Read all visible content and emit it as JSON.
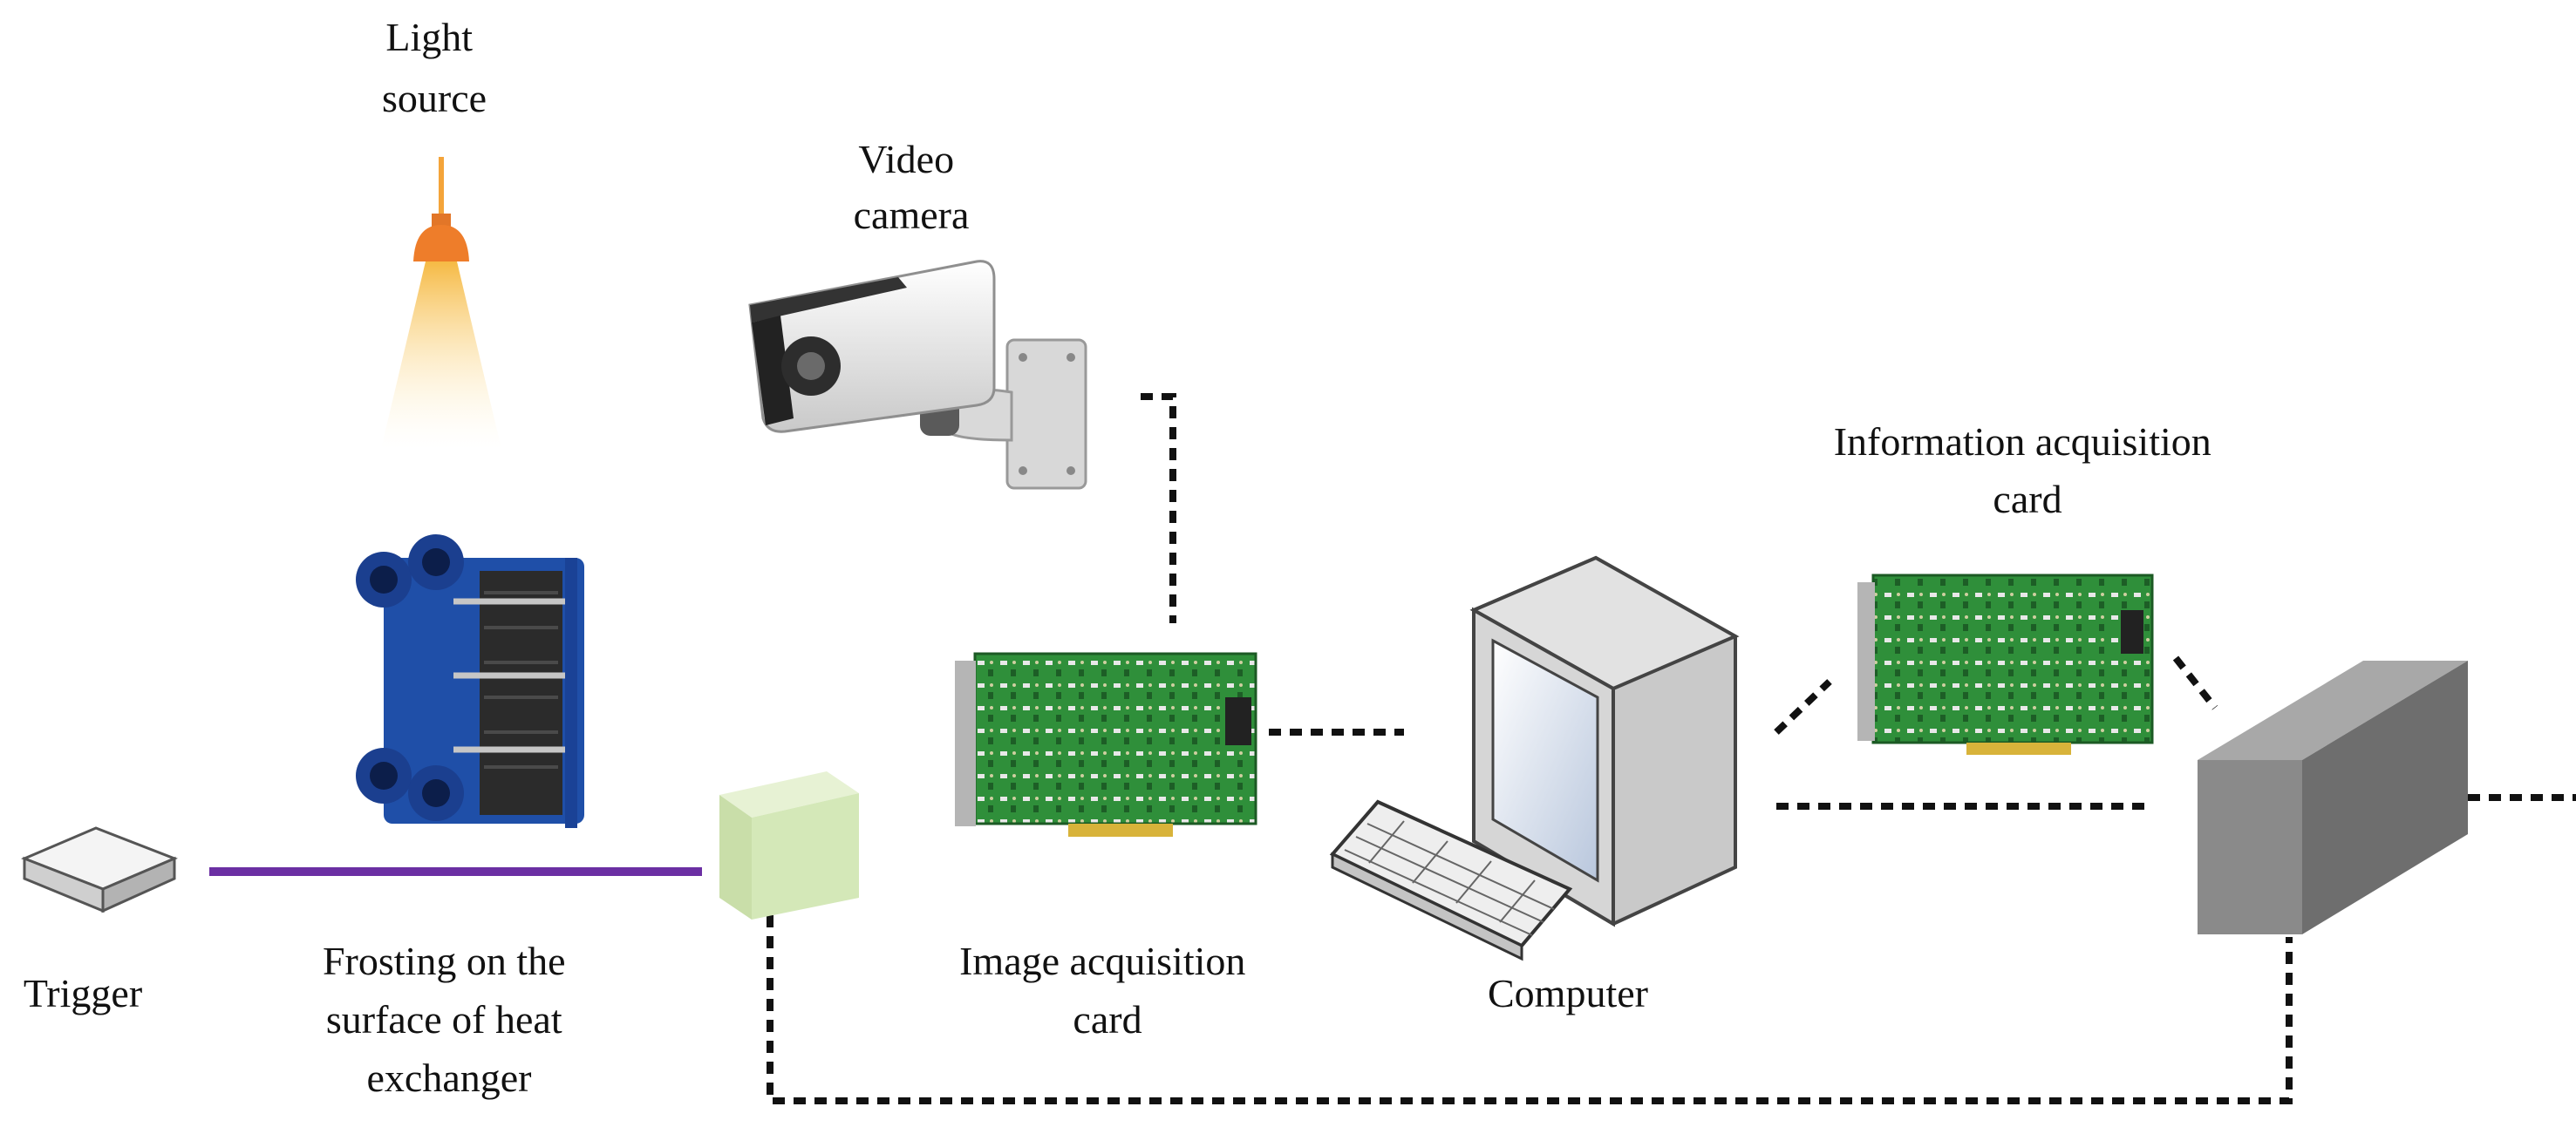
{
  "labels": {
    "light_source": [
      "Light",
      "source"
    ],
    "video_camera": [
      "Video",
      "camera"
    ],
    "information_card": [
      "Information acquisition",
      "card"
    ],
    "trigger": "Trigger",
    "frosting": [
      "Frosting on the",
      "surface of heat",
      "exchanger"
    ],
    "image_card": [
      "Image acquisition",
      "card"
    ],
    "computer": "Computer"
  },
  "colors": {
    "purple_link": "#6b2fa3",
    "dashed_link": "#111111",
    "heat_exchanger_blue": "#1f4fa8",
    "pcb_green": "#2f8f3a",
    "cube_green": "#d4e8b8",
    "gray_box": "#8a8a8a",
    "light_glow": "#f7c04a"
  },
  "icons": [
    "light-bulb-icon",
    "security-camera-icon",
    "heat-exchanger-icon",
    "trigger-box-icon",
    "sensor-cube-icon",
    "pcb-card-icon",
    "computer-monitor-icon",
    "keyboard-icon",
    "gray-box-icon"
  ]
}
